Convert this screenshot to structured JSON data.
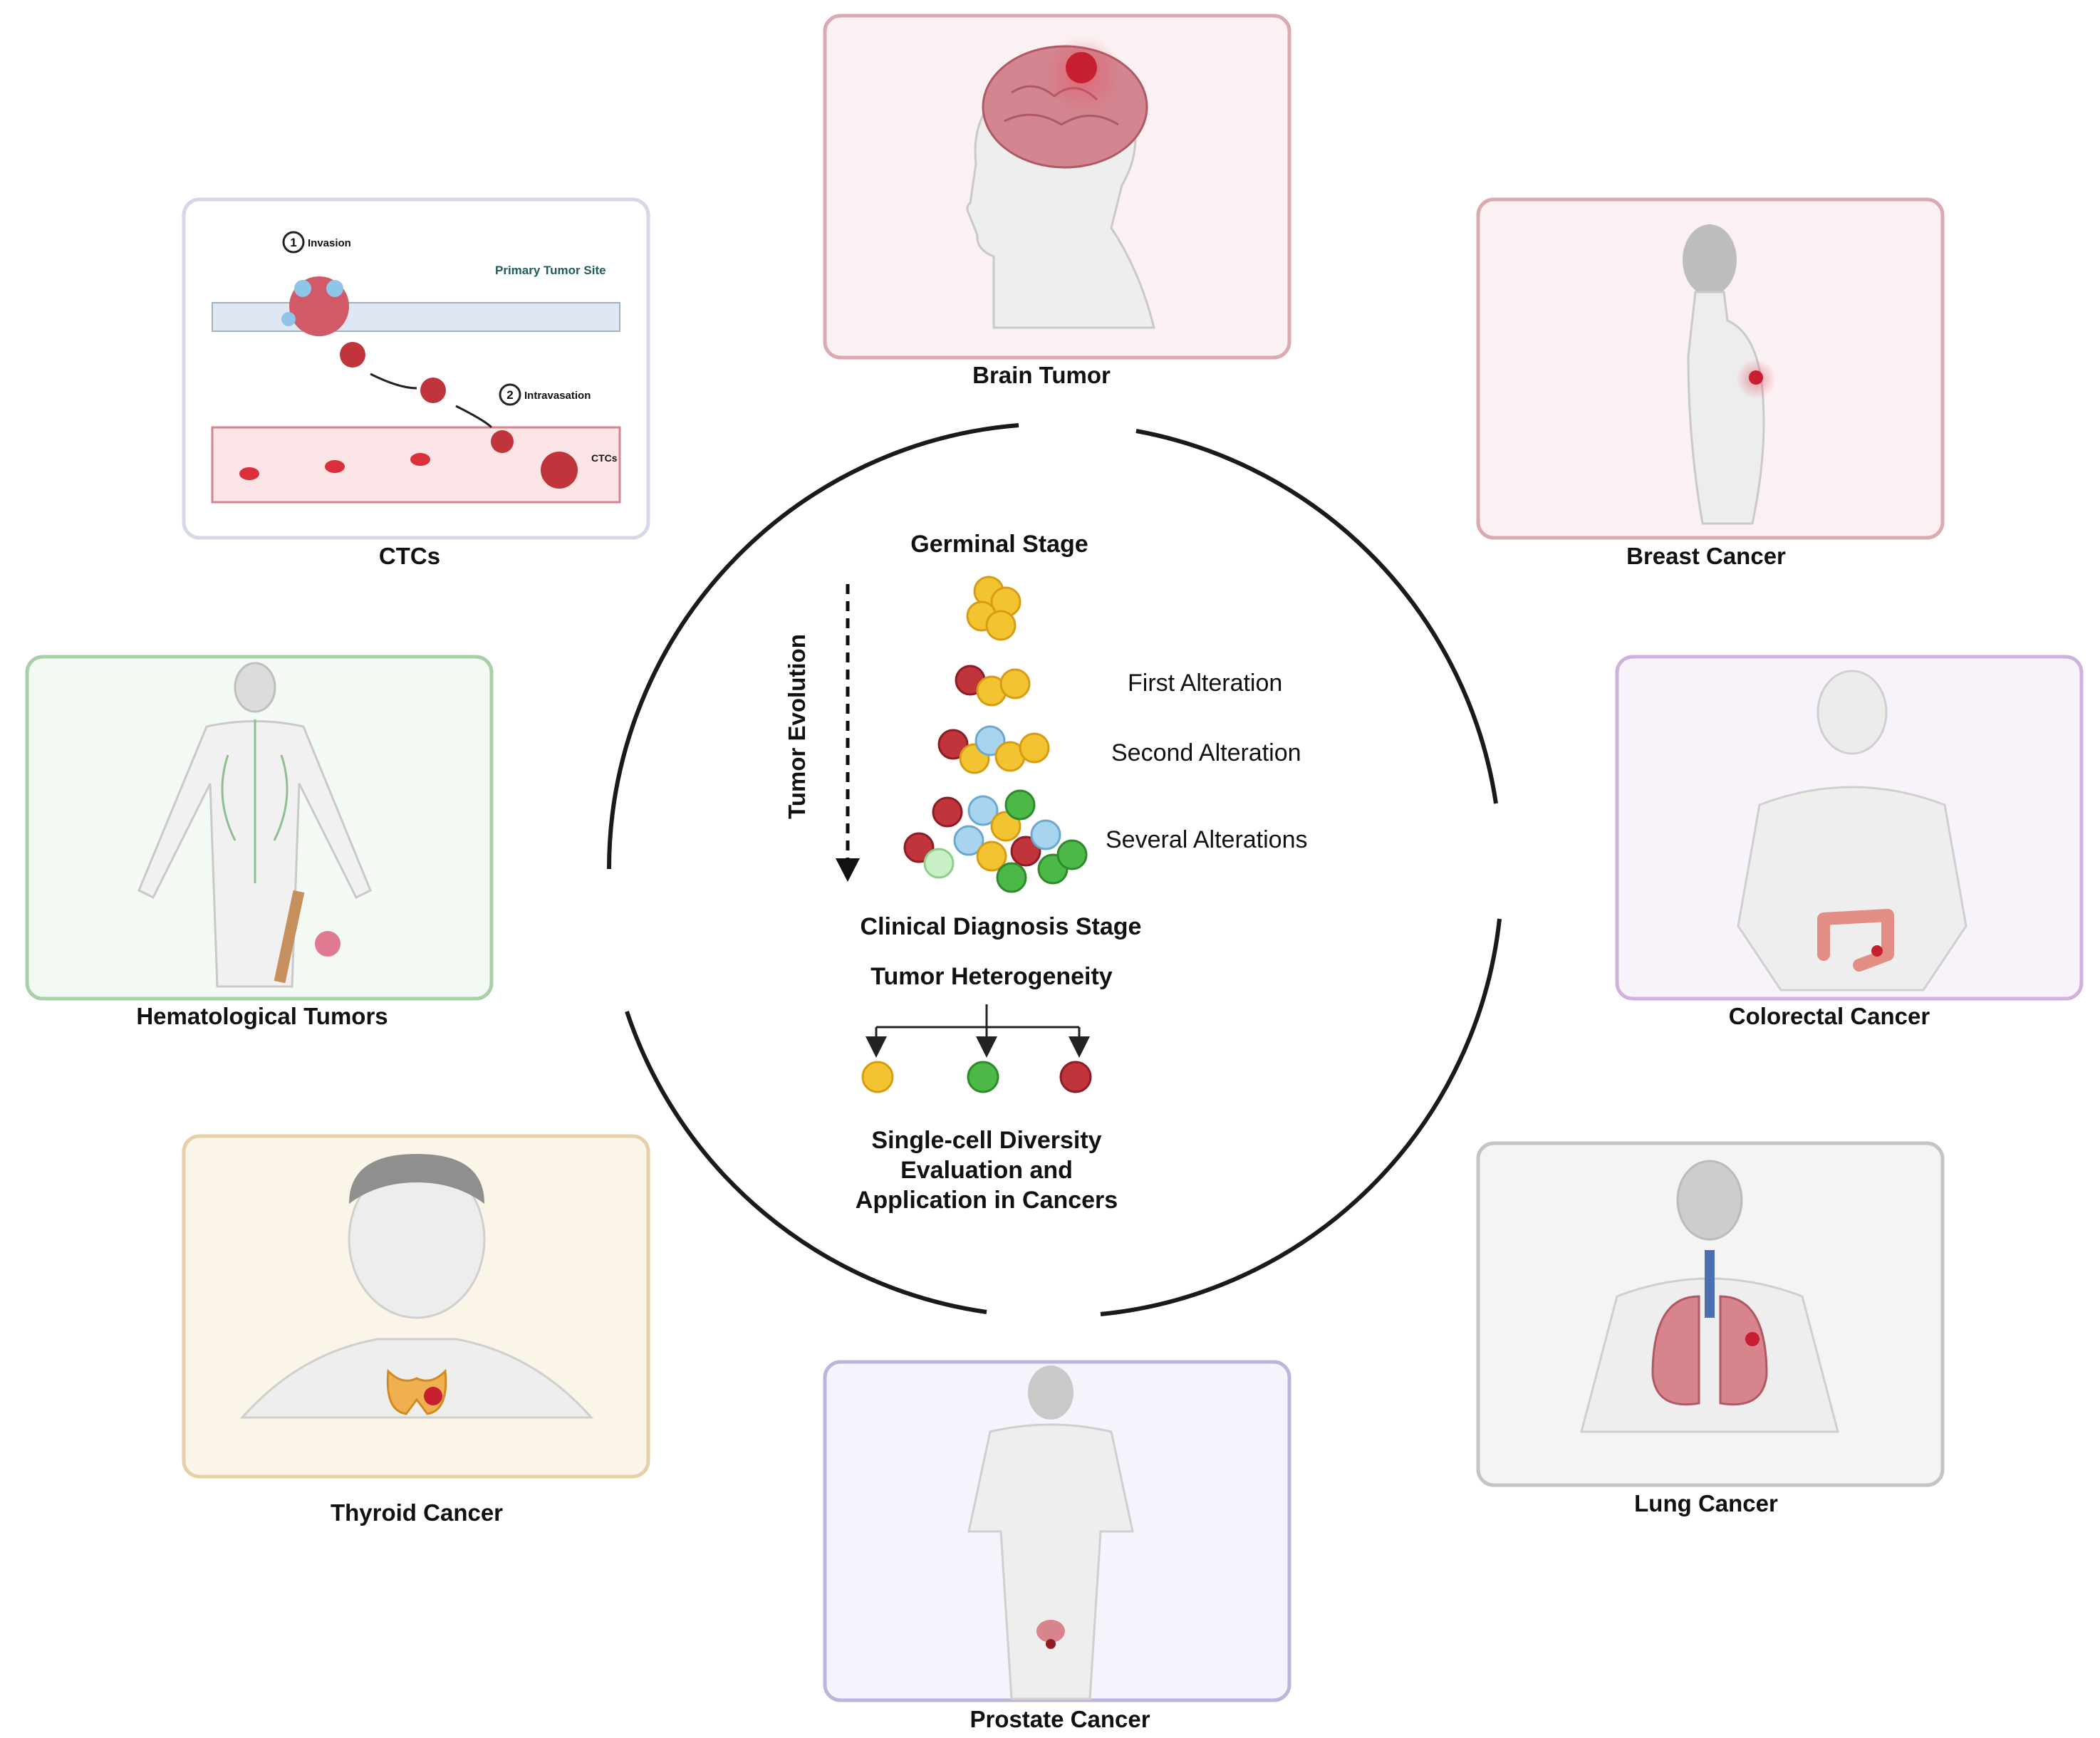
{
  "center": {
    "germinal_stage": "Germinal Stage",
    "tumor_evolution": "Tumor Evolution",
    "first_alteration": "First Alteration",
    "second_alteration": "Second Alteration",
    "several_alterations": "Several Alterations",
    "clinical_diagnosis_stage": "Clinical Diagnosis Stage",
    "tumor_heterogeneity": "Tumor Heterogeneity",
    "summary_line1": "Single-cell Diversity",
    "summary_line2": "Evaluation and",
    "summary_line3": "Application in Cancers"
  },
  "panels": {
    "brain": "Brain Tumor",
    "breast": "Breast Cancer",
    "colorectal": "Colorectal Cancer",
    "lung": "Lung Cancer",
    "prostate": "Prostate Cancer",
    "thyroid": "Thyroid Cancer",
    "hematological": "Hematological Tumors",
    "ctcs": "CTCs"
  },
  "ctc_panel": {
    "step1_number": "1",
    "step1_label": "Invasion",
    "primary_site": "Primary Tumor Site",
    "step2_number": "2",
    "step2_label": "Intravasation",
    "ctc_tag": "CTCs"
  },
  "colors": {
    "tumor_red": "#c0343b",
    "cell_yellow": "#f2c431",
    "cell_green": "#4cb848",
    "cell_blue": "#a9d4ef",
    "brain_border": "#dba9b0",
    "colorectal_border": "#cfb2dc",
    "lung_border": "#c4c4c4",
    "prostate_border": "#bcb4dc",
    "thyroid_border": "#e7cfa7",
    "hema_border": "#a9cfa9",
    "ctc_border": "#d3d7e8"
  }
}
